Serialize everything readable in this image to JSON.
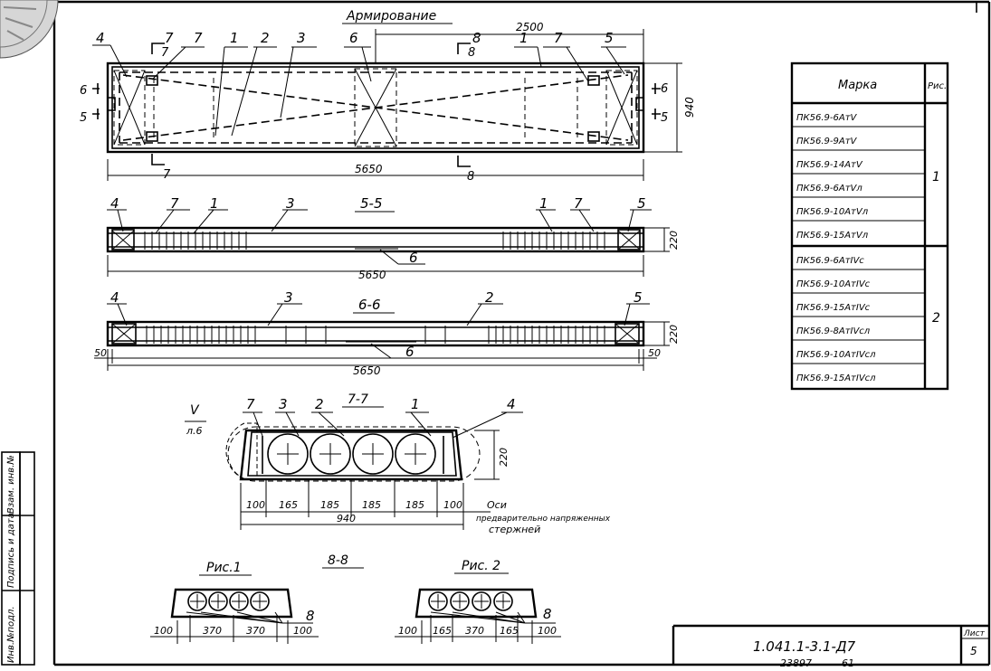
{
  "title": "Армирование",
  "plan": {
    "labels": [
      "4",
      "7",
      "7",
      "1",
      "2",
      "3",
      "6",
      "8",
      "1",
      "7",
      "5"
    ],
    "section_left_top": "7",
    "section_left_bottom": "7",
    "section_right_top": "8",
    "section_right_bottom": "8",
    "cut_left_upper": "6",
    "cut_left_lower": "5",
    "cut_right_upper": "6",
    "cut_right_lower": "5",
    "dim_half": "2500",
    "dim_length": "5650",
    "dim_width": "940"
  },
  "section55": {
    "title": "5-5",
    "labels": [
      "4",
      "7",
      "1",
      "3",
      "1",
      "7",
      "5"
    ],
    "label_6": "6",
    "dim_length": "5650",
    "dim_height": "220"
  },
  "section66": {
    "title": "6-6",
    "labels": [
      "4",
      "3",
      "2",
      "5"
    ],
    "label_6": "6",
    "dim_length": "5650",
    "dim_height": "220",
    "dim_end_left": "50",
    "dim_end_right": "50"
  },
  "section77": {
    "title": "7-7",
    "callout_roman": "V",
    "callout_sheet": "л.6",
    "labels": [
      "7",
      "3",
      "2",
      "1",
      "4"
    ],
    "dim_height": "220",
    "dims": [
      "100",
      "165",
      "185",
      "185",
      "185",
      "100"
    ],
    "dim_total": "940",
    "note_lines": [
      "Оси",
      "предварительно напряженных",
      "стержней"
    ]
  },
  "section88": {
    "title": "8-8",
    "fig1": {
      "title": "Рис.1",
      "label": "8",
      "dims": [
        "100",
        "370",
        "370",
        "100"
      ]
    },
    "fig2": {
      "title": "Рис. 2",
      "label": "8",
      "dims": [
        "100",
        "165",
        "370",
        "165",
        "100"
      ]
    }
  },
  "marks_table": {
    "header_mark": "Марка",
    "header_fig": "Рис.",
    "rows": [
      "ПК56.9-6АтV",
      "ПК56.9-9АтV",
      "ПК56.9-14АтV",
      "ПК56.9-6АтVл",
      "ПК56.9-10АтVл",
      "ПК56.9-15АтVл",
      "ПК56.9-6АтIVс",
      "ПК56.9-10АтIVс",
      "ПК56.9-15АтIVс",
      "ПК56.9-8АтIVсл",
      "ПК56.9-10АтIVсл",
      "ПК56.9-15АтIVсл"
    ],
    "group1": "1",
    "group2": "2"
  },
  "side_stamp": [
    "Инв.№подл.",
    "Подпись и дата",
    "Взам. инв.№"
  ],
  "title_block": {
    "code": "1.041.1-3.1-Д7",
    "sheet_label": "Лист",
    "sheet_number": "5"
  },
  "footer": {
    "number": "23897",
    "page": "61"
  }
}
